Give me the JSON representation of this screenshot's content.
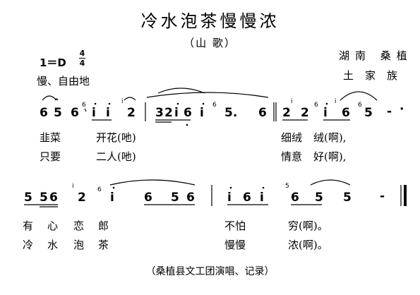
{
  "title": "冷水泡茶慢慢浓",
  "subtitle": "（山  歌）",
  "source_region": "湖南  桑植",
  "source_people": "土家族",
  "key": "1＝D",
  "meter_top": "4",
  "meter_bottom": "4",
  "tempo": "慢、自由地",
  "system1": {
    "notes": [
      "6",
      "5",
      "6",
      "i",
      "i",
      "2",
      "3",
      "2",
      "i",
      "6",
      "i",
      "5.",
      "6",
      "2",
      "2",
      "i",
      "6",
      "5",
      "-",
      "·"
    ],
    "graces": [
      "6",
      "i",
      "6",
      "i",
      "6",
      "i",
      "6"
    ],
    "lyrics_line1": [
      "韭菜",
      "开花(吔)",
      "细绒",
      "绒(啊),"
    ],
    "lyrics_line2": [
      "只要",
      "二人(吔)",
      "情意",
      "好(啊),"
    ]
  },
  "system2": {
    "notes": [
      "5",
      "5",
      "6",
      "2",
      "i",
      "6",
      "5",
      "6",
      "i",
      "6",
      "i",
      "6",
      "5",
      "5",
      "-"
    ],
    "graces": [
      "i",
      "6",
      "5"
    ],
    "lyrics_line1": [
      "有心",
      "恋郎",
      "不怕",
      "穷(啊)。"
    ],
    "lyrics_line2": [
      "冷水",
      "泡茶",
      "慢慢",
      "浓(啊)。"
    ]
  },
  "footer": "（桑植县文工团演唱、记录）"
}
